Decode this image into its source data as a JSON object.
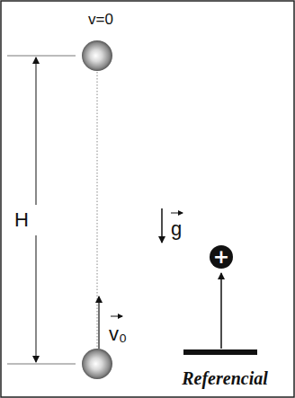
{
  "diagram": {
    "labels": [
      "v=0",
      "H",
      "g",
      "v₀",
      "+",
      "Referencial"
    ]
  }
}
